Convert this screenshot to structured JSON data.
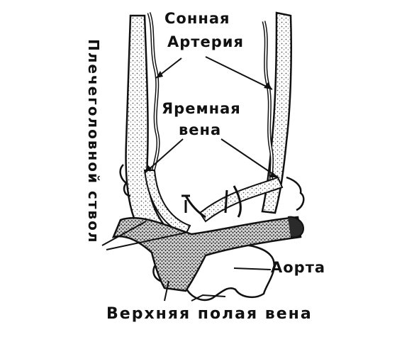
{
  "labels": {
    "carotid_line1": "Сонная",
    "carotid_line2": "Артерия",
    "jugular_line1": "Яремная",
    "jugular_line2": "вена",
    "brachiocephalic": "Плечеголовной ствол",
    "aorta": "Аорта",
    "superior_vena_cava": "Верхняя полая вена"
  },
  "colors": {
    "ink": "#111111",
    "paper": "#ffffff",
    "shade": "#9a9a9a"
  }
}
